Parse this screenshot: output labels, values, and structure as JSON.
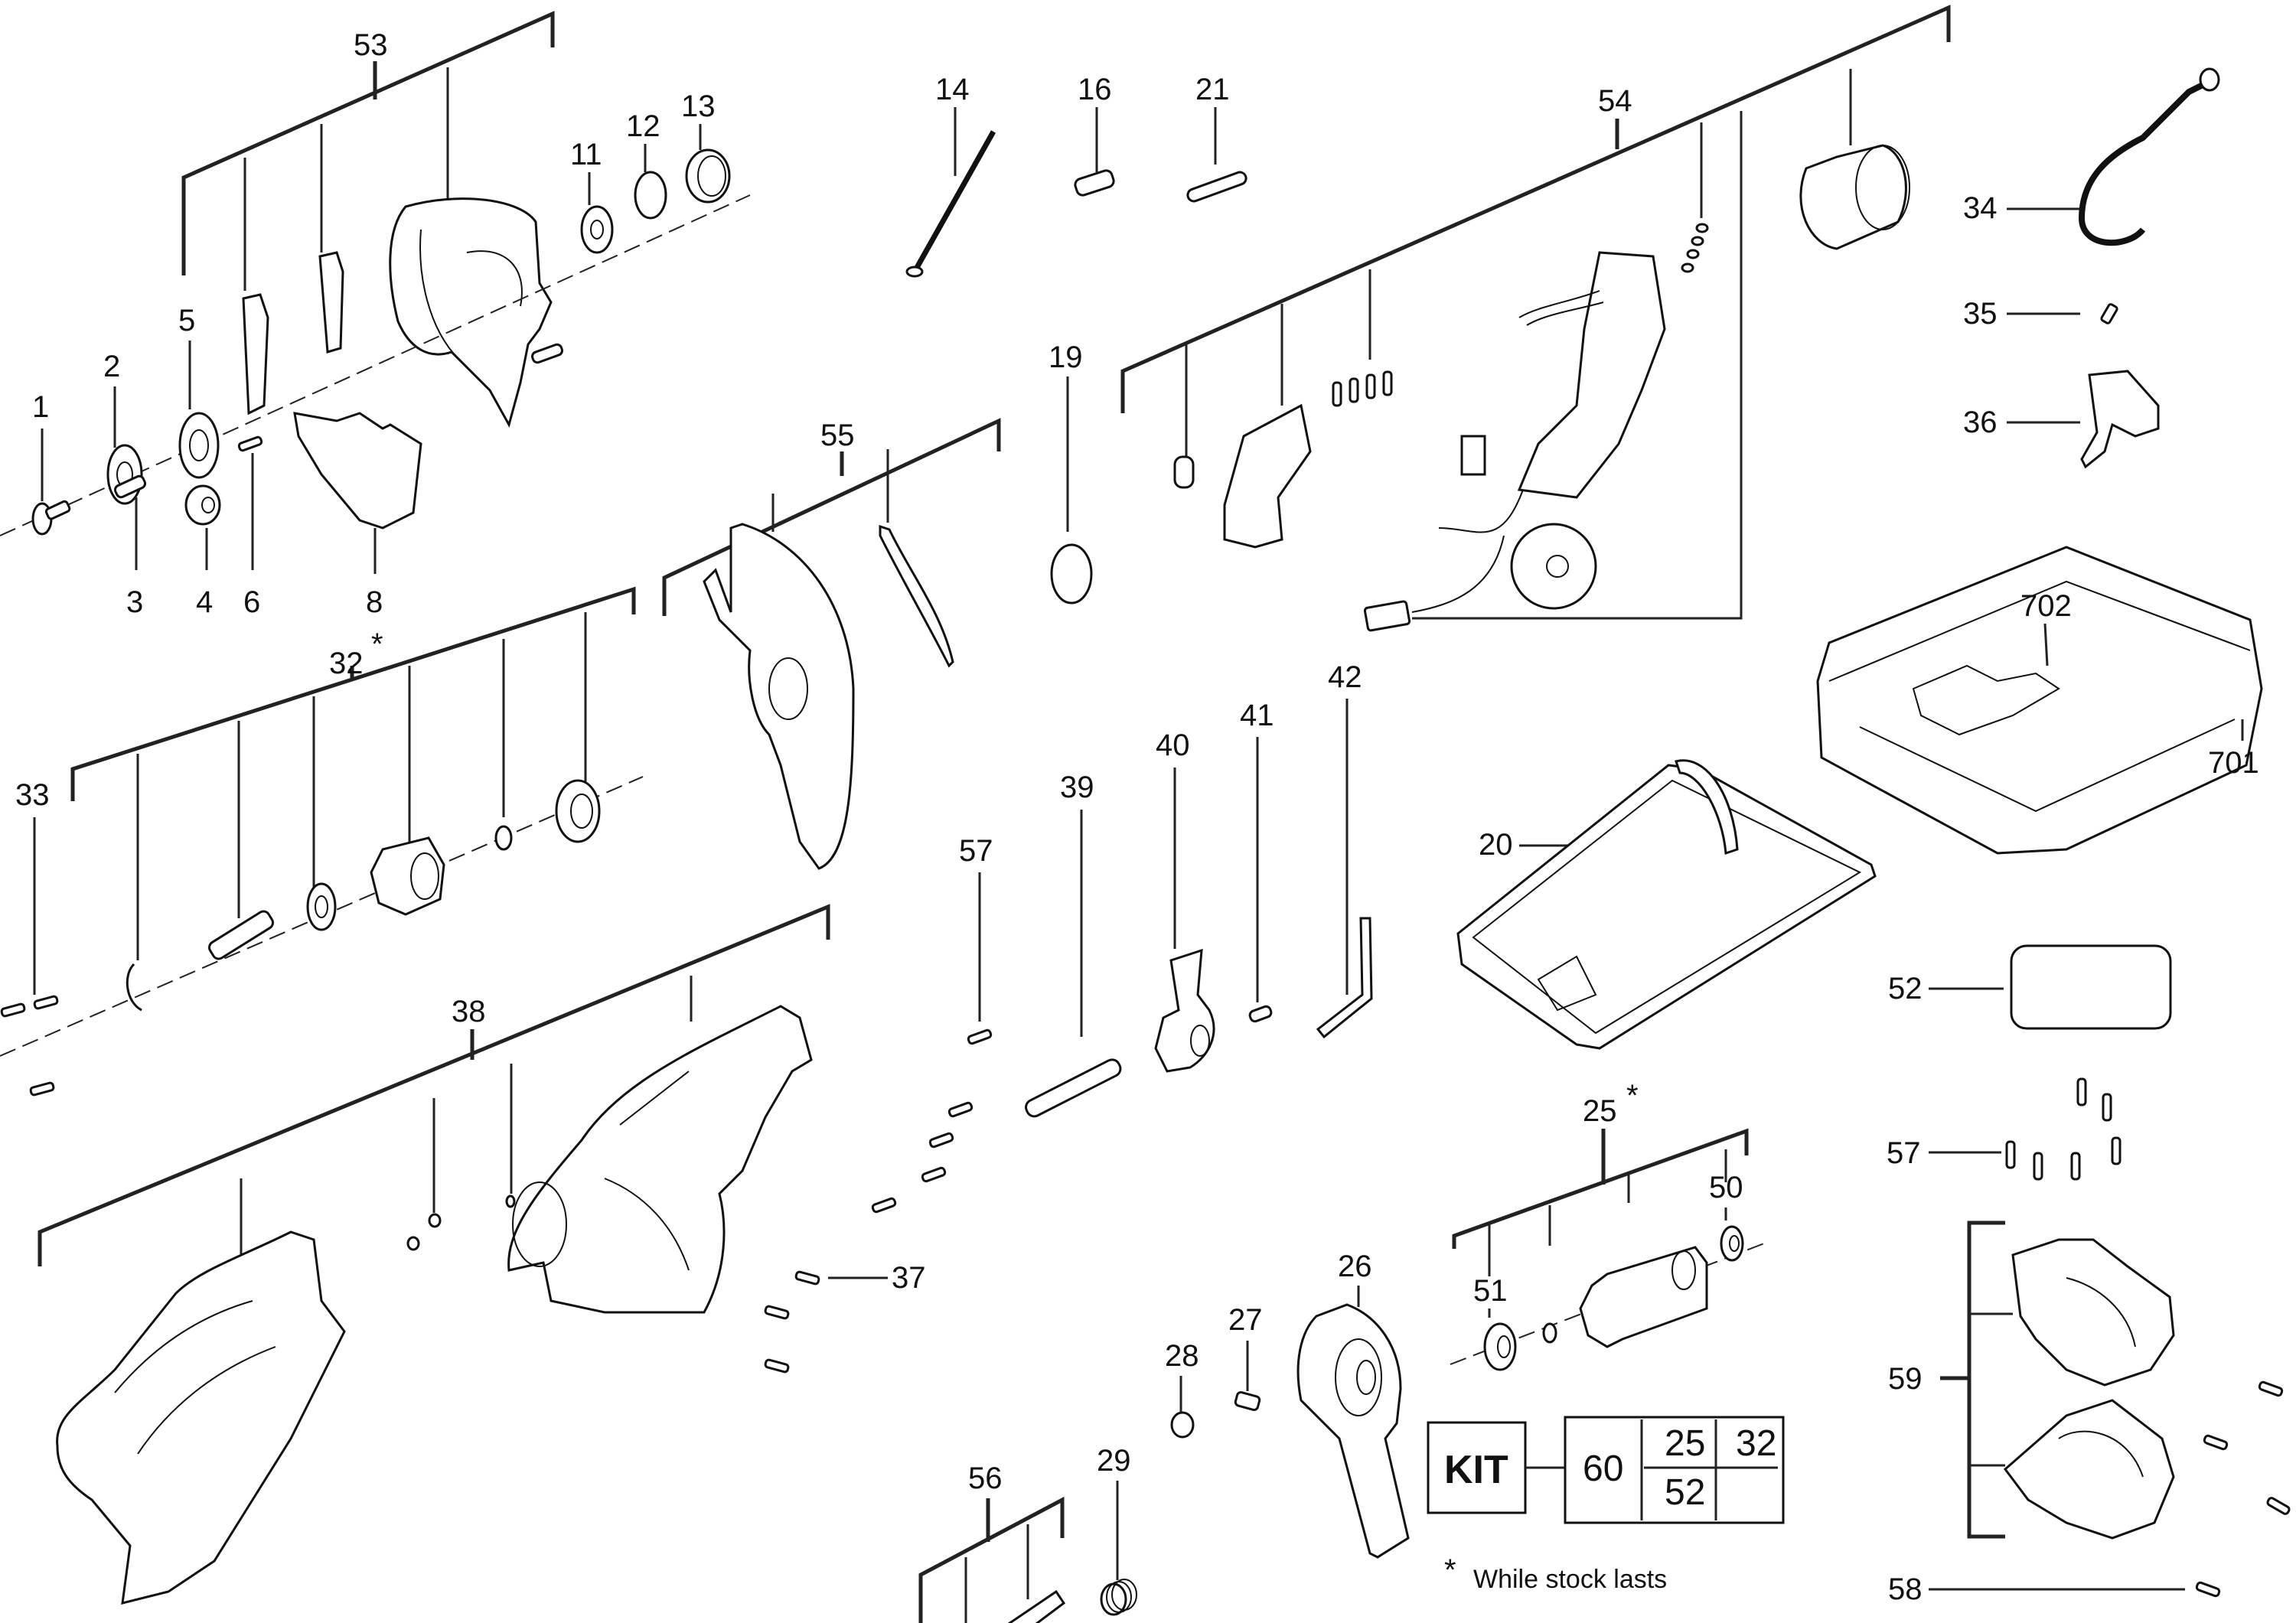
{
  "diagram": {
    "type": "exploded-parts-diagram",
    "subject": "cordless metal cut-off saw"
  },
  "labels": {
    "p1": "1",
    "p2": "2",
    "p3": "3",
    "p4": "4",
    "p5": "5",
    "p6": "6",
    "p8": "8",
    "p11": "11",
    "p12": "12",
    "p13": "13",
    "p14": "14",
    "p16": "16",
    "p19": "19",
    "p20": "20",
    "p21": "21",
    "p25": "25",
    "p25_star": "*",
    "p26": "26",
    "p27": "27",
    "p28": "28",
    "p29": "29",
    "p32": "32",
    "p32_star": "*",
    "p33": "33",
    "p34": "34",
    "p35": "35",
    "p36": "36",
    "p37": "37",
    "p38": "38",
    "p39": "39",
    "p40": "40",
    "p41": "41",
    "p42": "42",
    "p50": "50",
    "p51": "51",
    "p52": "52",
    "p53": "53",
    "p54": "54",
    "p55": "55",
    "p56": "56",
    "p57a": "57",
    "p57b": "57",
    "p58": "58",
    "p59": "59",
    "p701": "701",
    "p702": "702"
  },
  "kit": {
    "label": "KIT",
    "number": "60",
    "contents": [
      [
        "25",
        "32"
      ],
      [
        "52",
        ""
      ]
    ]
  },
  "footnote": {
    "symbol": "*",
    "text": "While stock lasts"
  }
}
